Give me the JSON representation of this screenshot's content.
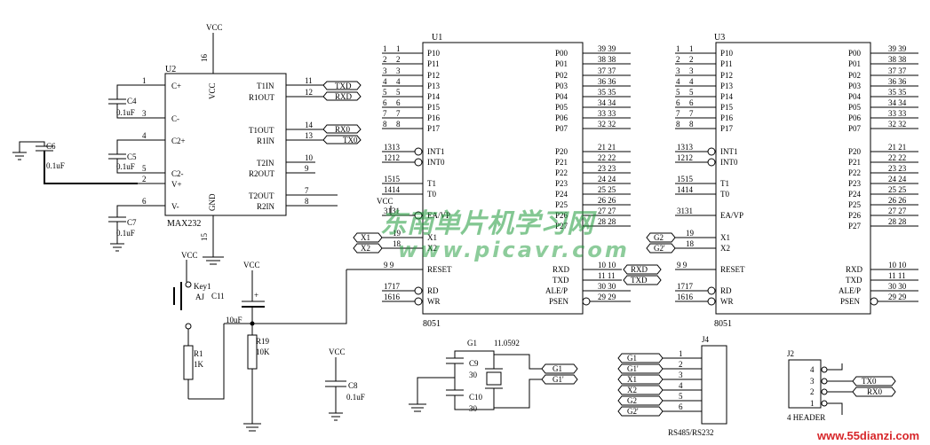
{
  "u2": {
    "ref": "U2",
    "part": "MAX232",
    "vcc": "VCC",
    "pin_vcc": "16",
    "pin_gnd": "15",
    "label_vcc": "VCC",
    "label_gnd": "GND",
    "left_pins": [
      {
        "num": "1",
        "name": "C+"
      },
      {
        "num": "3",
        "name": "C-"
      },
      {
        "num": "4",
        "name": "C2+"
      },
      {
        "num": "5",
        "name": "C2-"
      },
      {
        "num": "2",
        "name": "V+"
      },
      {
        "num": "6",
        "name": "V-"
      }
    ],
    "right_pins": [
      {
        "num": "11",
        "name": "T1IN"
      },
      {
        "num": "12",
        "name": "R1OUT"
      },
      {
        "num": "14",
        "name": "T1OUT"
      },
      {
        "num": "13",
        "name": "R1IN"
      },
      {
        "num": "10",
        "name": "T2IN"
      },
      {
        "num": "9",
        "name": "R2OUT"
      },
      {
        "num": "7",
        "name": "T2OUT"
      },
      {
        "num": "8",
        "name": "R2IN"
      }
    ]
  },
  "caps_left": [
    {
      "ref": "C4",
      "value": "0.1uF"
    },
    {
      "ref": "C5",
      "value": "0.1uF"
    },
    {
      "ref": "C6",
      "value": "0.1uF"
    },
    {
      "ref": "C7",
      "value": "0.1uF"
    }
  ],
  "net_labels_u2": [
    "TXD",
    "RXD",
    "RX0",
    "TX0"
  ],
  "u1": {
    "ref": "U1",
    "part": "8051",
    "left_top": [
      {
        "n1": "1",
        "n2": "1",
        "name": "P10"
      },
      {
        "n1": "2",
        "n2": "2",
        "name": "P11"
      },
      {
        "n1": "3",
        "n2": "3",
        "name": "P12"
      },
      {
        "n1": "4",
        "n2": "4",
        "name": "P13"
      },
      {
        "n1": "5",
        "n2": "5",
        "name": "P14"
      },
      {
        "n1": "6",
        "n2": "6",
        "name": "P15"
      },
      {
        "n1": "7",
        "n2": "7",
        "name": "P16"
      },
      {
        "n1": "8",
        "n2": "8",
        "name": "P17"
      }
    ],
    "left_mid": [
      {
        "num": "1313",
        "name": "INT1"
      },
      {
        "num": "1212",
        "name": "INT0"
      },
      {
        "num": "1515",
        "name": "T1"
      },
      {
        "num": "1414",
        "name": "T0"
      },
      {
        "num": "3131",
        "name": "EA/VP"
      },
      {
        "num": "19",
        "name": "X1"
      },
      {
        "num": "18",
        "name": "X2"
      },
      {
        "num": "9  9",
        "name": "RESET"
      },
      {
        "num": "1717",
        "name": "RD"
      },
      {
        "num": "1616",
        "name": "WR"
      }
    ],
    "ea_vcc": "VCC",
    "right_top": [
      {
        "name": "P00",
        "n": "39  39"
      },
      {
        "name": "P01",
        "n": "38  38"
      },
      {
        "name": "P02",
        "n": "37  37"
      },
      {
        "name": "P03",
        "n": "36  36"
      },
      {
        "name": "P04",
        "n": "35  35"
      },
      {
        "name": "P05",
        "n": "34  34"
      },
      {
        "name": "P06",
        "n": "33  33"
      },
      {
        "name": "P07",
        "n": "32  32"
      }
    ],
    "right_mid": [
      {
        "name": "P20",
        "n": "21  21"
      },
      {
        "name": "P21",
        "n": "22  22"
      },
      {
        "name": "P22",
        "n": "23  23"
      },
      {
        "name": "P23",
        "n": "24  24"
      },
      {
        "name": "P24",
        "n": "25  25"
      },
      {
        "name": "P25",
        "n": "26  26"
      },
      {
        "name": "P26",
        "n": "27  27"
      },
      {
        "name": "P27",
        "n": "28  28"
      }
    ],
    "right_bot": [
      {
        "name": "RXD",
        "n": "10  10"
      },
      {
        "name": "TXD",
        "n": "11  11"
      },
      {
        "name": "ALE/P",
        "n": "30  30"
      },
      {
        "name": "PSEN",
        "n": "29  29"
      }
    ],
    "x_nets": [
      "X1",
      "X2"
    ],
    "serial_nets": [
      "RXD",
      "TXD"
    ]
  },
  "u3": {
    "ref": "U3",
    "part": "8051",
    "left_mid": [
      {
        "num": "1313",
        "name": "INT1"
      },
      {
        "num": "1212",
        "name": "INT0"
      },
      {
        "num": "1515",
        "name": "T1"
      },
      {
        "num": "1414",
        "name": "T0"
      },
      {
        "num": "3131",
        "name": "EA/VP"
      },
      {
        "num": "19",
        "name": "X1"
      },
      {
        "num": "18",
        "name": "X2"
      },
      {
        "num": "9  9",
        "name": "RESET"
      },
      {
        "num": "1717",
        "name": "RD"
      },
      {
        "num": "1616",
        "name": "WR"
      }
    ],
    "right_bot": [
      {
        "name": "RXD",
        "n": "10  10"
      },
      {
        "name": "TXD",
        "n": "11  11"
      },
      {
        "name": "ALE/P",
        "n": "30  30"
      },
      {
        "name": "PSEN",
        "n": "29  29"
      }
    ],
    "x_nets": [
      "G2",
      "G2'"
    ]
  },
  "reset": {
    "vcc1": "VCC",
    "vcc2": "VCC",
    "key": "Key1",
    "key_val": "AJ",
    "cap": "C11",
    "cap_val": "10uF",
    "r1": "R1",
    "r1_val": "1K",
    "r19": "R19",
    "r19_val": "10K"
  },
  "c8": {
    "vcc": "VCC",
    "ref": "C8",
    "value": "0.1uF"
  },
  "crystal": {
    "ref": "G1",
    "freq": "11.0592",
    "c9": "C9",
    "c9_val": "30",
    "c10": "C10",
    "c10_val": "30",
    "nets": [
      "G1",
      "G1'"
    ]
  },
  "j4": {
    "ref": "J4",
    "caption": "RS485/RS232",
    "pins": [
      {
        "net": "G1",
        "num": "1"
      },
      {
        "net": "G1'",
        "num": "2"
      },
      {
        "net": "X1",
        "num": "3"
      },
      {
        "net": "X2",
        "num": "4"
      },
      {
        "net": "G2",
        "num": "5"
      },
      {
        "net": "G2'",
        "num": "6"
      }
    ]
  },
  "j2": {
    "ref": "J2",
    "caption": "4 HEADER",
    "pins": [
      "4",
      "3",
      "2",
      "1"
    ],
    "nets": [
      "TX0",
      "RX0"
    ]
  },
  "watermark": {
    "line1": "东南单片机学习网",
    "line2": "www.picavr.com",
    "site": "www.55dianzi.com"
  }
}
